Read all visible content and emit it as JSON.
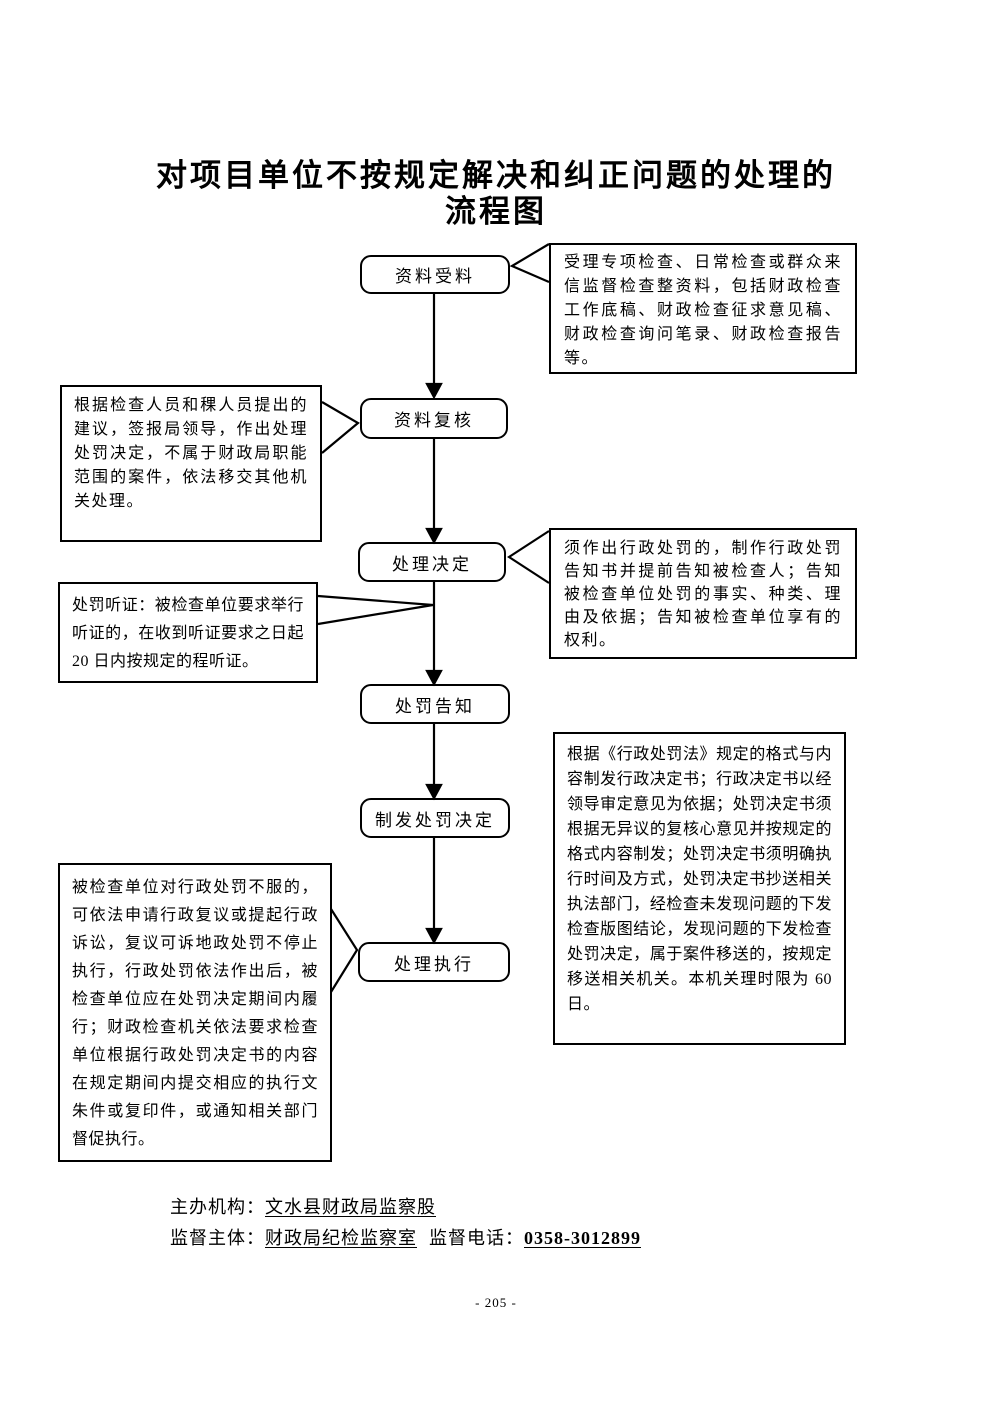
{
  "page": {
    "title_line1": "对项目单位不按规定解决和纠正问题的处理的",
    "title_line2": "流程图",
    "page_number": "- 205 -"
  },
  "flow": {
    "nodes": [
      {
        "label": "资料受料"
      },
      {
        "label": "资料复核"
      },
      {
        "label": "处理决定"
      },
      {
        "label": "处罚告知"
      },
      {
        "label": "制发处罚决定"
      },
      {
        "label": "处理执行"
      }
    ]
  },
  "annotations": {
    "right1": "受理专项检查、日常检查或群众来信监督检查整资料，包括财政检查工作底稿、财政检查征求意见稿、财政检查询问笔录、财政检查报告等。",
    "left1": "根据检查人员和稞人员提出的建议，签报局领导，作出处理处罚决定，不属于财政局职能范围的案件，依法移交其他机关处理。",
    "right2": "须作出行政处罚的，制作行政处罚告知书并提前告知被检查人；告知被检查单位处罚的事实、种类、理由及依据；告知被检查单位享有的权利。",
    "left2": "处罚听证：被检查单位要求举行听证的，在收到听证要求之日起20 日内按规定的程听证。",
    "right3": "根据《行政处罚法》规定的格式与内容制发行政决定书；行政决定书以经领导审定意见为依据；处罚决定书须根据无异议的复核心意见并按规定的格式内容制发；处罚决定书须明确执行时间及方式，处罚决定书抄送相关执法部门，经检查未发现问题的下发检查版图结论，发现问题的下发检查处罚决定，属于案件移送的，按规定移送相关机关。本机关理时限为 60 日。",
    "left3": "被检查单位对行政处罚不服的，可依法申请行政复议或提起行政诉讼，复议可诉地政处罚不停止执行，行政处罚依法作出后，被检查单位应在处罚决定期间内履行；财政检查机关依法要求检查单位根据行政处罚决定书的内容在规定期间内提交相应的执行文朱件或复印件，或通知相关部门督促执行。"
  },
  "footer": {
    "organizer_label": "主办机构：",
    "organizer_value": "文水县财政局监察股",
    "supervisor_label": "监督主体：",
    "supervisor_value": "财政局纪检监察室",
    "phone_label": "监督电话：",
    "phone_value": "0358-3012899"
  }
}
